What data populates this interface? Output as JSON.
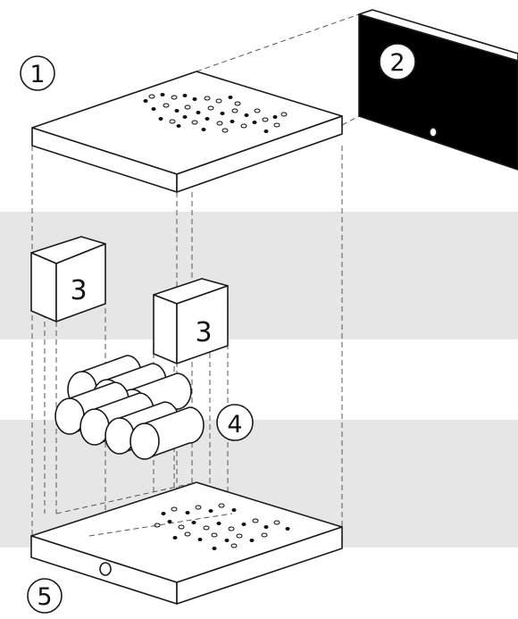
{
  "colors": {
    "line": "#1a1a1a",
    "band": "#e6e6e6",
    "face": "#ffffff"
  },
  "callouts": {
    "top_plate": "1",
    "side_panel": "2",
    "module_left": "3",
    "module_right": "3",
    "cell_bundle": "4",
    "bottom_plate": "5"
  }
}
